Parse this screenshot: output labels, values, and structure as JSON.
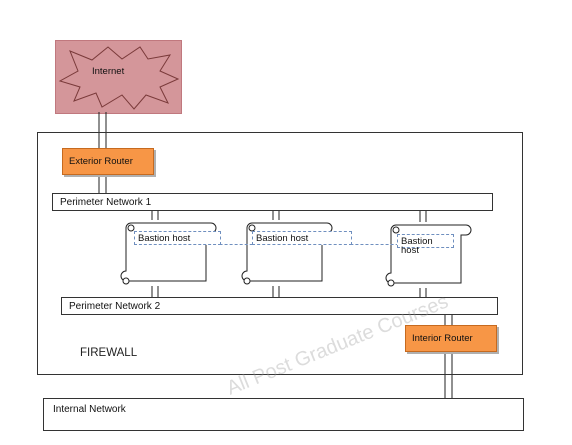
{
  "internet": {
    "label": "Internet"
  },
  "exterior_router": {
    "label": "Exterior Router"
  },
  "perimeter_network_1": {
    "label": "Perimeter Network 1"
  },
  "bastion_hosts": [
    {
      "label": "Bastion host"
    },
    {
      "label": "Bastion host"
    },
    {
      "label": "Bastion  host"
    }
  ],
  "perimeter_network_2": {
    "label": "Perimeter Network 2"
  },
  "interior_router": {
    "label": "Interior Router"
  },
  "firewall": {
    "label": "FIREWALL"
  },
  "internal_network": {
    "label": "Internal Network"
  },
  "colors": {
    "internet_fill": "#d4969a",
    "router_fill": "#f79646",
    "frame_stroke": "#333333",
    "dashed_link": "#6f8fbf"
  },
  "watermark": {
    "text": "All Post Graduate Courses"
  }
}
